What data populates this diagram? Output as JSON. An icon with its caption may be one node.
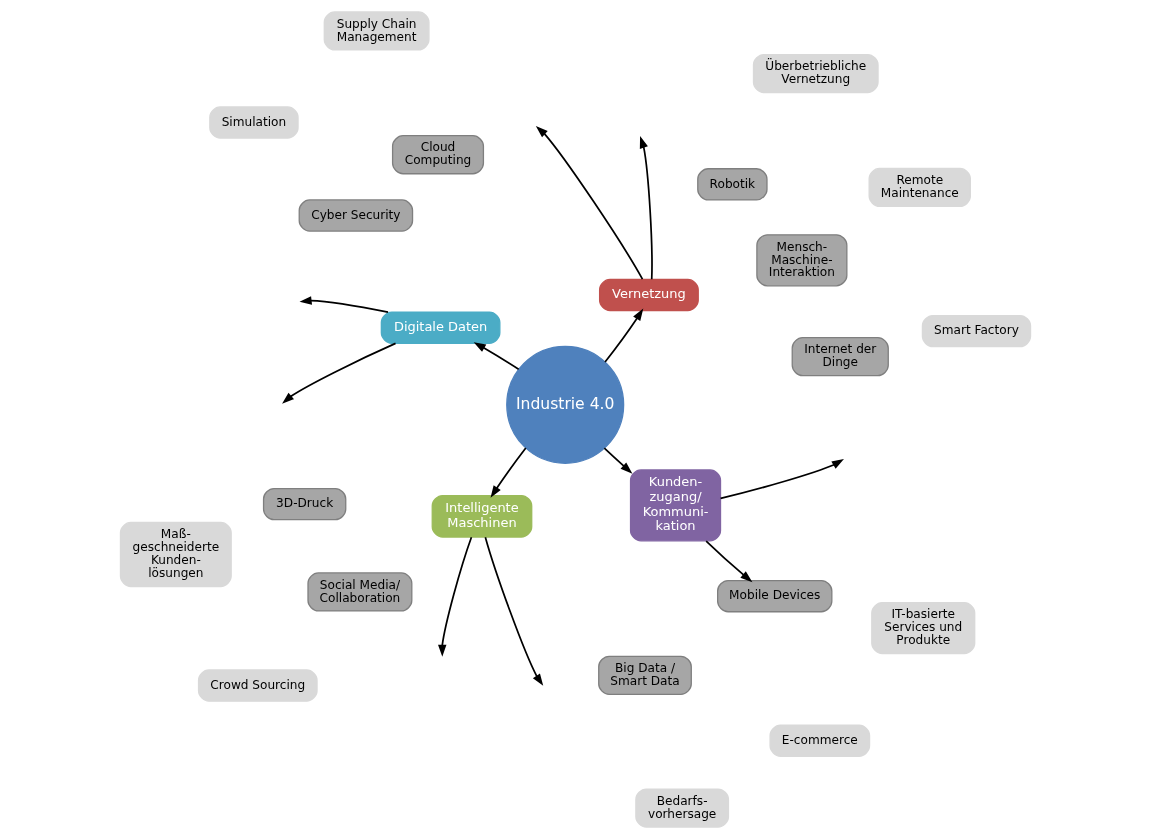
{
  "diagram": {
    "nodes": [
      {
        "text": [
          "Industrie 4.0"
        ]
      },
      {
        "text": [
          "Vernetzung"
        ]
      },
      {
        "text": [
          "Digitale Daten"
        ]
      },
      {
        "text": [
          "Intelligente Maschinen"
        ]
      },
      {
        "text": [
          "Kunden- zugang/ Kommuni- kation"
        ]
      },
      {
        "text": [
          "Internet der Dinge"
        ]
      },
      {
        "text": [
          "Mensch- Maschine- Interaktion"
        ]
      },
      {
        "text": [
          "Robotik"
        ]
      },
      {
        "text": [
          "Cloud Computing"
        ]
      },
      {
        "text": [
          "3D-Druck"
        ]
      },
      {
        "text": [
          "Cyber Security"
        ]
      },
      {
        "text": [
          "Social Media/ Collaboration"
        ]
      },
      {
        "text": [
          "Big Data / Smart Data"
        ]
      },
      {
        "text": [
          "Mobile Devices"
        ]
      },
      {
        "text": [
          "Smart Factory"
        ]
      },
      {
        "text": [
          "Remote Maintenance"
        ]
      },
      {
        "text": [
          "Überbetriebliche Vernetzung"
        ]
      },
      {
        "text": [
          "Supply Chain Management"
        ]
      },
      {
        "text": [
          "Maß- geschneiderte Kunden- lösungen"
        ]
      },
      {
        "text": [
          "Simulation"
        ]
      },
      {
        "text": [
          "Crowd Sourcing"
        ]
      },
      {
        "text": [
          "Bedarfs- vorhersage"
        ]
      },
      {
        "text": [
          "E-commerce"
        ]
      },
      {
        "text": [
          "IT-basierte Services und Produkte"
        ]
      }
    ],
    "edges": [
      {
        "from": 0,
        "to": 1,
        "arrow": "to"
      },
      {
        "from": 0,
        "to": 3,
        "arrow": "to"
      },
      {
        "from": 0,
        "to": 4,
        "arrow": "to"
      },
      {
        "from": 0,
        "to": 2,
        "arrow": "to"
      },
      {
        "from": 1,
        "to": null,
        "arrow": "to"
      },
      {
        "from": 1,
        "to": null,
        "arrow": "to"
      },
      {
        "from": 3,
        "to": null,
        "arrow": "to"
      },
      {
        "from": 3,
        "to": null,
        "arrow": "to"
      },
      {
        "from": 4,
        "to": null,
        "arrow": "to"
      },
      {
        "from": 4,
        "to": 13,
        "arrow": "to"
      },
      {
        "from": 2,
        "to": null,
        "arrow": "to"
      },
      {
        "from": 2,
        "to": null,
        "arrow": "to"
      }
    ]
  }
}
